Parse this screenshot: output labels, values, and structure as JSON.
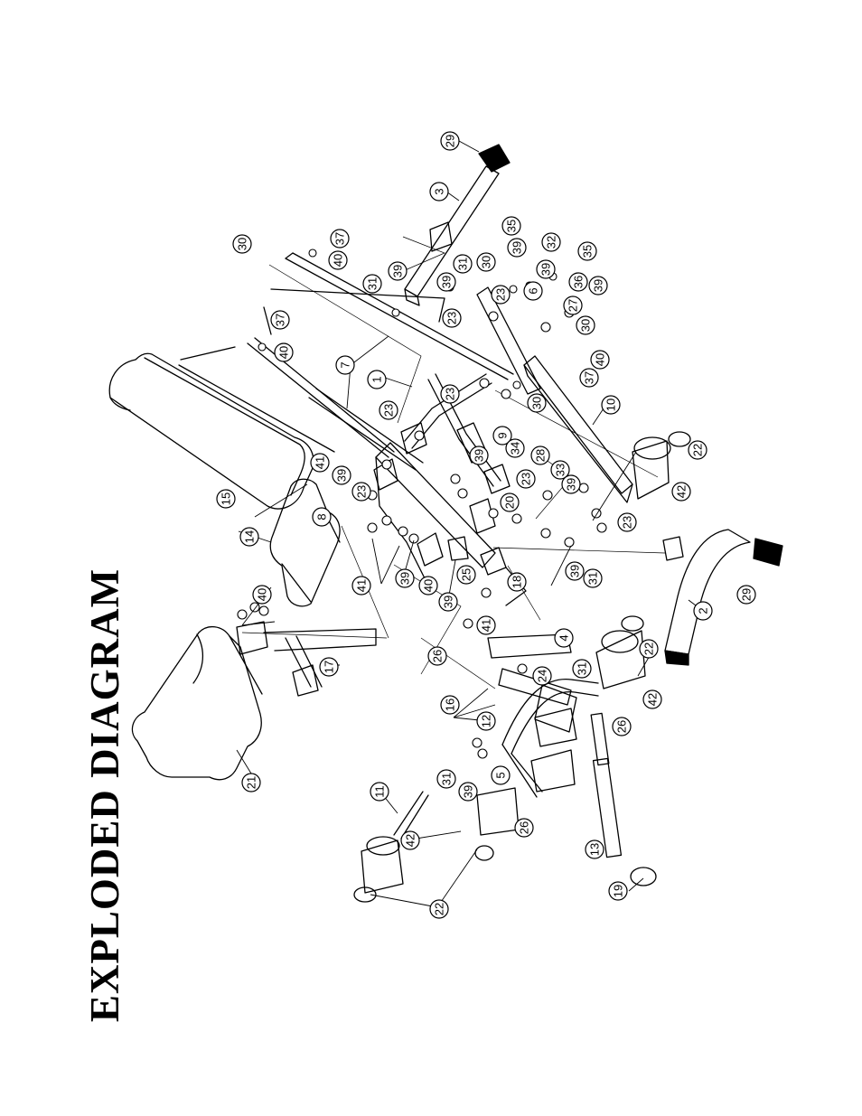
{
  "title": "EXPLODED DIAGRAM",
  "callouts": [
    "1",
    "2",
    "3",
    "4",
    "5",
    "6",
    "7",
    "8",
    "9",
    "10",
    "11",
    "12",
    "13",
    "14",
    "15",
    "16",
    "17",
    "18",
    "19",
    "20",
    "21",
    "22",
    "22",
    "22",
    "22",
    "23",
    "23",
    "23",
    "23",
    "23",
    "23",
    "23",
    "24",
    "24",
    "25",
    "26",
    "26",
    "26",
    "26",
    "27",
    "28",
    "29",
    "29",
    "30",
    "30",
    "30",
    "30",
    "31",
    "31",
    "31",
    "31",
    "31",
    "31",
    "32",
    "33",
    "34",
    "35",
    "35",
    "36",
    "37",
    "37",
    "37",
    "39",
    "39",
    "39",
    "39",
    "39",
    "39",
    "39",
    "39",
    "39",
    "39",
    "39",
    "39",
    "40",
    "40",
    "40",
    "40",
    "40",
    "41",
    "41",
    "41",
    "42",
    "42",
    "42",
    "42"
  ]
}
